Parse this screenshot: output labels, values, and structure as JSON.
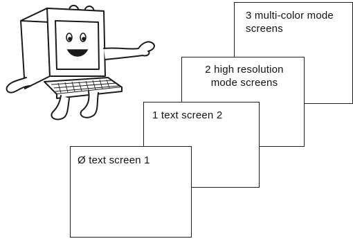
{
  "screens": [
    {
      "number": "Ø",
      "label": "Ø text screen 1"
    },
    {
      "number": "1",
      "label": "1 text screen 2"
    },
    {
      "number": "2",
      "label": "2 high resolution\nmode screens"
    },
    {
      "number": "3",
      "label": "3 multi-color mode\nscreens"
    }
  ],
  "mascot": {
    "icon": "computer-mascot-icon"
  },
  "colors": {
    "ink": "#1a1a1a",
    "paper": "#ffffff"
  }
}
